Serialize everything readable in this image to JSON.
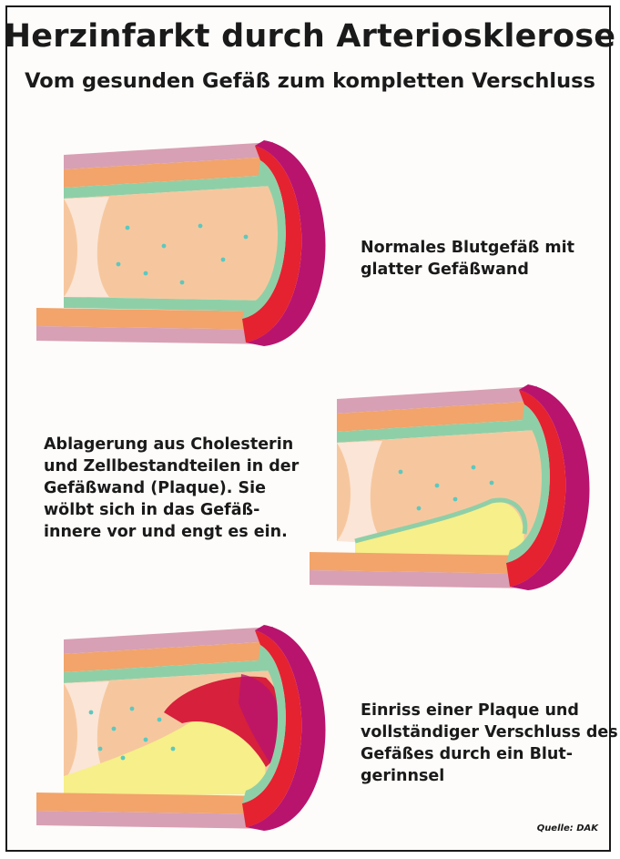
{
  "title": "Herzinfarkt durch Arteriosklerose",
  "subtitle": "Vom gesunden Gefäß zum kompletten Verschluss",
  "stages": [
    {
      "lines": [
        "Normales Blutgefäß mit",
        "glatter Gefäßwand"
      ]
    },
    {
      "lines": [
        "Ablagerung aus Cholesterin",
        "und Zellbestandteilen in der",
        "Gefäßwand (Plaque). Sie",
        "wölbt sich in das Gefäß-",
        "innere vor und engt es ein."
      ]
    },
    {
      "lines": [
        "Einriss einer Plaque und",
        "vollständiger Verschluss des",
        "Gefäßes durch ein Blut-",
        "gerinnsel"
      ]
    }
  ],
  "source": "Quelle: DAK",
  "colors": {
    "outer_wall": "#b8146e",
    "middle_wall": "#e52230",
    "inner_lining": "#8fcfa7",
    "blood": "#f6c79e",
    "plaque": "#f6ef8a",
    "clot": "#d7203c",
    "wall_band_top": "#f2a46a",
    "wall_band_pink": "#d8a0b4"
  }
}
